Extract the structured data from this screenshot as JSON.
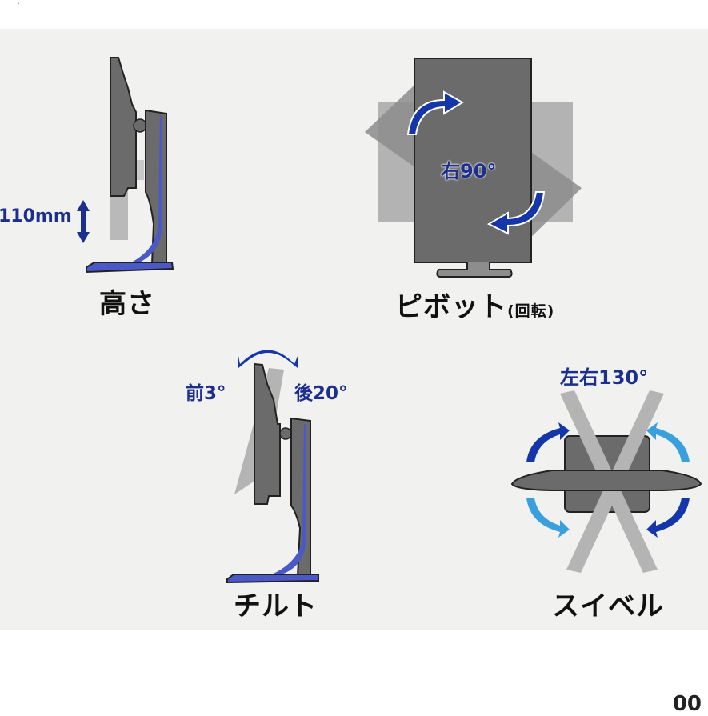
{
  "page": {
    "background": "#ffffff",
    "panel_background": "#f1f1f0",
    "corner_fragment": "00"
  },
  "colors": {
    "monitor_gray": "#6b6b6b",
    "ghost_gray": "#b4b4b4",
    "stand_blue": "#4a58c8",
    "arrow_dark_blue": "#1436a8",
    "arrow_light_blue": "#3aa0dd",
    "label_blue": "#1c2f8e",
    "label_black": "#111111"
  },
  "features": [
    {
      "id": "height",
      "title": "高さ",
      "value_label": "110mm",
      "icon": "double-vertical-arrow-icon"
    },
    {
      "id": "pivot",
      "title": "ピボット",
      "title_sub": "(回転)",
      "value_label": "右90°",
      "icon": "rotate-arrows-icon"
    },
    {
      "id": "tilt",
      "title": "チルト",
      "value_label_front": "前3°",
      "value_label_back": "後20°",
      "icon": "curved-double-arrow-icon"
    },
    {
      "id": "swivel",
      "title": "スイベル",
      "value_label": "左右130°",
      "icon": "swivel-arrows-icon"
    }
  ]
}
